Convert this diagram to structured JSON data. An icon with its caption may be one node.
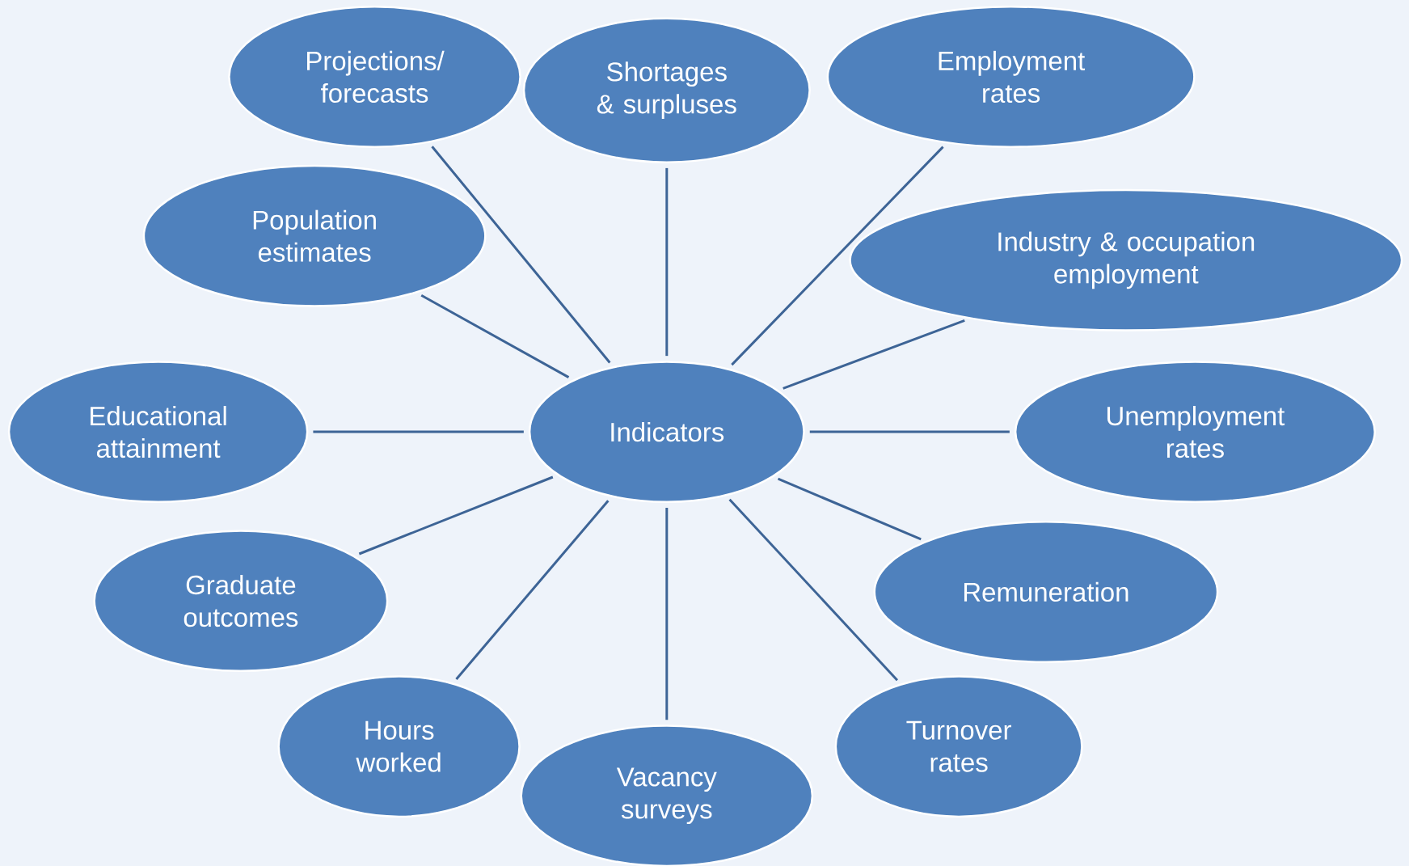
{
  "diagram": {
    "nodes": [
      {
        "text": [
          "Indicators"
        ]
      },
      {
        "text": [
          "Projections/ forecasts"
        ]
      },
      {
        "text": [
          "Shortages & surpluses"
        ]
      },
      {
        "text": [
          "Employment rates"
        ]
      },
      {
        "text": [
          "Population estimates"
        ]
      },
      {
        "text": [
          "Industry & occupation employment"
        ]
      },
      {
        "text": [
          "Educational attainment"
        ]
      },
      {
        "text": [
          "Unemployment rates"
        ]
      },
      {
        "text": [
          "Graduate outcomes"
        ]
      },
      {
        "text": [
          "Remuneration"
        ]
      },
      {
        "text": [
          "Hours worked"
        ]
      },
      {
        "text": [
          "Vacancy surveys"
        ]
      },
      {
        "text": [
          "Turnover rates"
        ]
      }
    ],
    "edges": [
      {
        "from": 0,
        "to": 1,
        "arrow": "none"
      },
      {
        "from": 0,
        "to": 2,
        "arrow": "none"
      },
      {
        "from": 0,
        "to": 3,
        "arrow": "none"
      },
      {
        "from": 0,
        "to": 4,
        "arrow": "none"
      },
      {
        "from": 0,
        "to": 5,
        "arrow": "none"
      },
      {
        "from": 0,
        "to": 6,
        "arrow": "none"
      },
      {
        "from": 0,
        "to": 7,
        "arrow": "none"
      },
      {
        "from": 0,
        "to": 8,
        "arrow": "none"
      },
      {
        "from": 0,
        "to": 9,
        "arrow": "none"
      },
      {
        "from": 0,
        "to": 10,
        "arrow": "none"
      },
      {
        "from": 0,
        "to": 11,
        "arrow": "none"
      },
      {
        "from": 0,
        "to": 12,
        "arrow": "none"
      }
    ]
  }
}
